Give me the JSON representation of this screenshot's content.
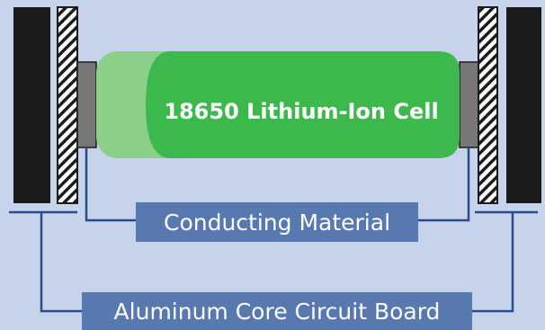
{
  "labels": {
    "cell": "18650 Lithium-Ion Cell",
    "conducting_material": "Conducting Material",
    "circuit_board": "Aluminum Core Circuit Board"
  },
  "colors": {
    "background": "#c7d3ea",
    "heat_sink": "#1b1b1b",
    "conducting_pad": "#777777",
    "cell_body": "#3cb84d",
    "cell_highlight": "#8ccf88",
    "label_box": "#5878b0",
    "line": "#2a4b8c"
  }
}
